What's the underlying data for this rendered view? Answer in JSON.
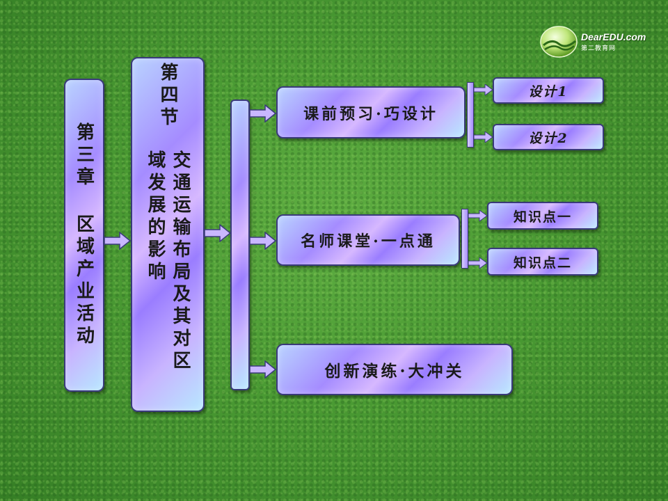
{
  "logo": {
    "brand": "DearEDU.com",
    "subtitle": "第二教育网"
  },
  "chapter": {
    "label": "第三章 区域产业活动"
  },
  "section": {
    "heading": "第四节",
    "title": "交通运输布局及其对区域发展的影响"
  },
  "branches": [
    {
      "label": "课前预习·巧设计",
      "children": [
        "设计1",
        "设计2"
      ]
    },
    {
      "label": "名师课堂·一点通",
      "children": [
        "知识点一",
        "知识点二"
      ]
    },
    {
      "label": "创新演练·大冲关",
      "children": []
    }
  ],
  "colors": {
    "background": "#4a9a33",
    "box_accent": "#a58cff",
    "box_border": "#3a3a7a"
  }
}
